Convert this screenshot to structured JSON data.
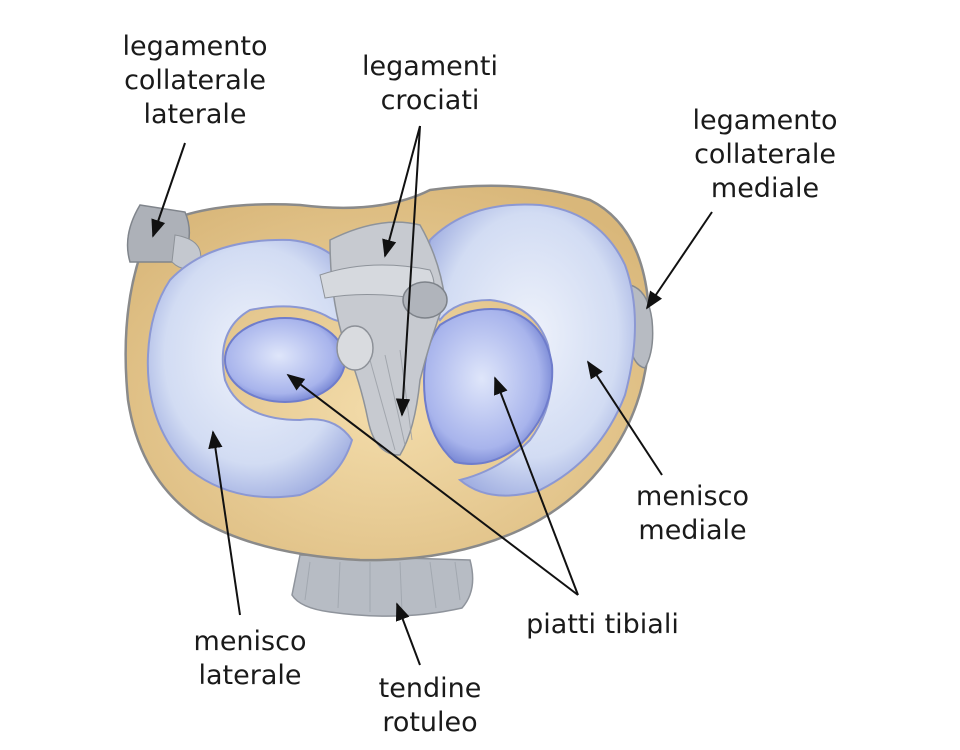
{
  "labels": {
    "lateral_collateral_ligament": [
      "legamento",
      "collaterale",
      "laterale"
    ],
    "cruciate_ligaments": [
      "legamenti",
      "crociati"
    ],
    "medial_collateral_ligament": [
      "legamento",
      "collaterale",
      "mediale"
    ],
    "medial_meniscus": [
      "menisco",
      "mediale"
    ],
    "tibial_plateaus": [
      "piatti tibiali"
    ],
    "lateral_meniscus": [
      "menisco",
      "laterale"
    ],
    "patellar_tendon": [
      "tendine",
      "rotuleo"
    ]
  },
  "colors": {
    "meniscus": "#c9d6f2",
    "meniscus_edge": "#7b89c9",
    "plateau": "#9da9e6",
    "cartilage": "#e8c98e",
    "ligament": "#b9bcc2",
    "arrow": "#111111"
  }
}
